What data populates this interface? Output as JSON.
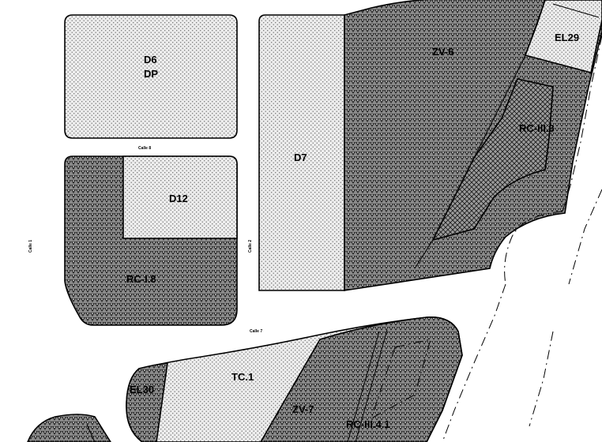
{
  "map": {
    "parcels": {
      "d6": "D6",
      "dp": "DP",
      "d7": "D7",
      "d12": "D12",
      "zv6": "ZV-6",
      "el29": "EL29",
      "rciii3": "RC-III.3",
      "rci8": "RC-I.8",
      "tc1": "TC.1",
      "el30": "EL30",
      "zv7": "ZV-7",
      "rciii41": "RC-III.4.1"
    },
    "streets": {
      "calle8": "Calle 8",
      "calle1": "Calle 1",
      "calle2": "Calle 2",
      "calle7": "Calle 7"
    },
    "patterns": {
      "light_dot": "sparse-dot-hatch",
      "dense_dot": "dense-triangle-hatch",
      "cross": "cross-hatch"
    }
  }
}
